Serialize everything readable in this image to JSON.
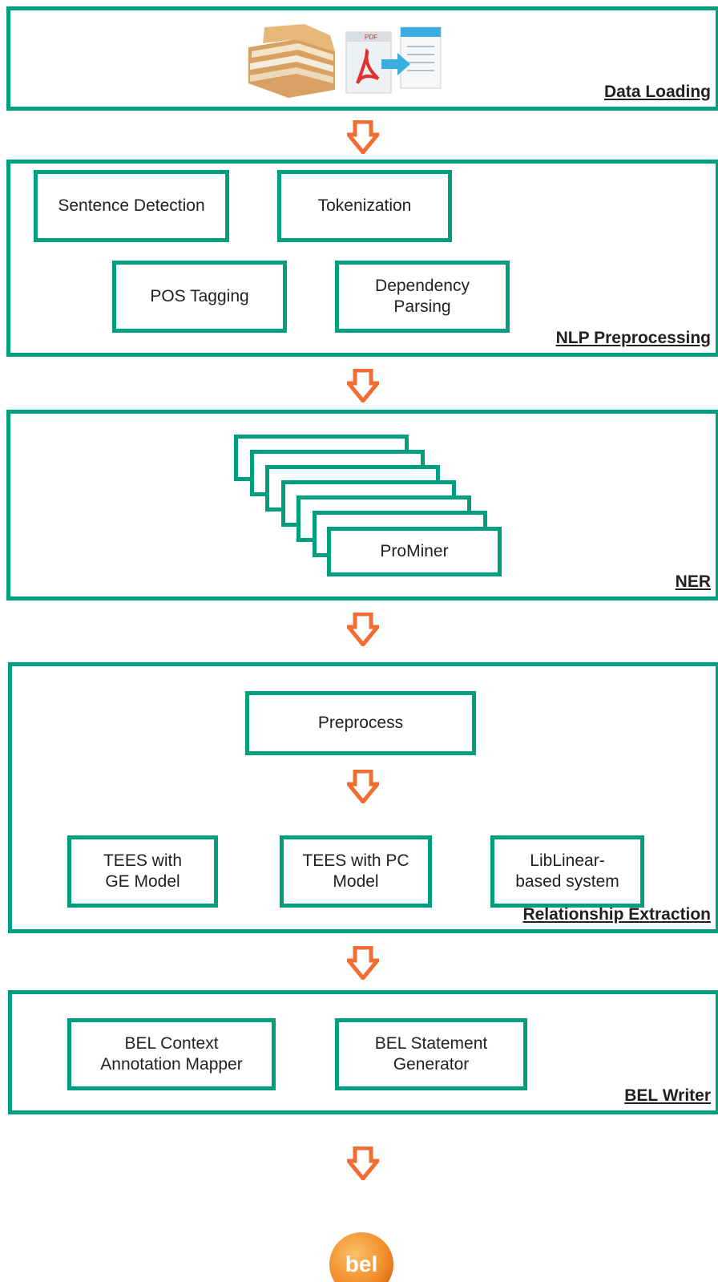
{
  "stages": {
    "data_loading": {
      "label": "Data Loading"
    },
    "nlp_preprocessing": {
      "label": "NLP Preprocessing",
      "steps": [
        "Sentence Detection",
        "Tokenization",
        "POS Tagging",
        "Dependency\nParsing"
      ]
    },
    "ner": {
      "label": "NER",
      "tool": "ProMiner"
    },
    "relationship_extraction": {
      "label": "Relationship Extraction",
      "preprocess": "Preprocess",
      "systems": [
        "TEES with\nGE Model",
        "TEES with PC\nModel",
        "LibLinear-\nbased system"
      ]
    },
    "bel_writer": {
      "label": "BEL Writer",
      "components": [
        "BEL Context\nAnnotation Mapper",
        "BEL Statement\nGenerator"
      ]
    }
  },
  "icons": {
    "documents": "document-stack-icon",
    "pdf_convert": "pdf-convert-icon"
  },
  "output_logo_text": "bel",
  "colors": {
    "stage_border": "#009e7e",
    "arrow": "#f26d31",
    "text": "#231f20",
    "logo": "#f28c28"
  }
}
